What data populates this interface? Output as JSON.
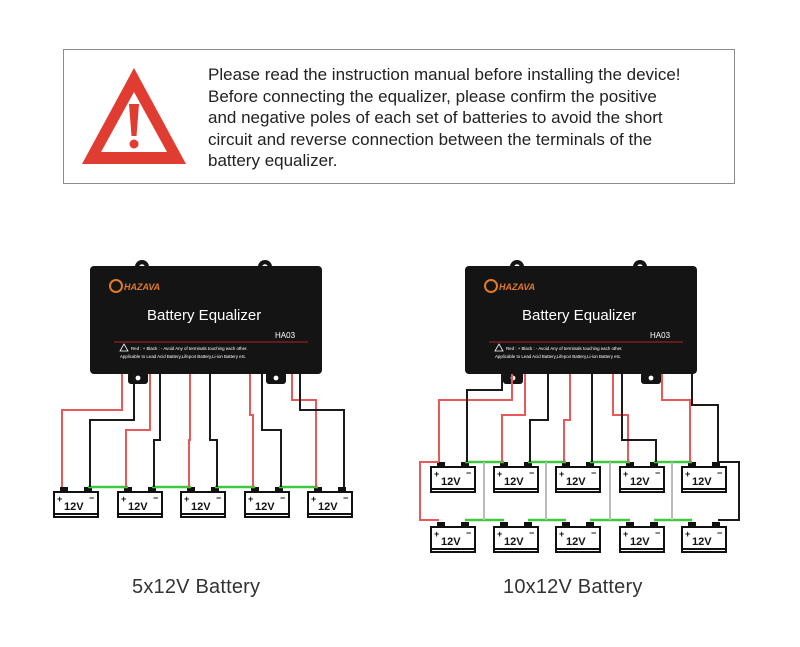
{
  "warning": {
    "lines": [
      "Please read the instruction manual before installing the device!",
      "Before connecting the equalizer, please confirm the positive",
      "and negative poles of each set of batteries to avoid the short",
      "circuit and reverse connection between the terminals of the",
      "battery equalizer."
    ],
    "icon": "warning-triangle-icon",
    "icon_color": "#e03c31"
  },
  "device": {
    "brand": "HAZAVA",
    "title": "Battery Equalizer",
    "model": "HA03",
    "note_line1": "Red : +  Black : -  Avoid Any of terminals touching each other.",
    "note_line2": "Applicable to Lead Acid Battery,Lifepo4 Battery,Li-ion Battery etc.",
    "body_color": "#141414"
  },
  "battery_label": "12V",
  "captions": {
    "left": "5x12V Battery",
    "right": "10x12V Battery"
  },
  "colors": {
    "positive_wire": "#e85a5a",
    "negative_wire": "#1a1a1a",
    "link_wire": "#3fc83f",
    "parallel_wire": "#bbbbbb"
  }
}
